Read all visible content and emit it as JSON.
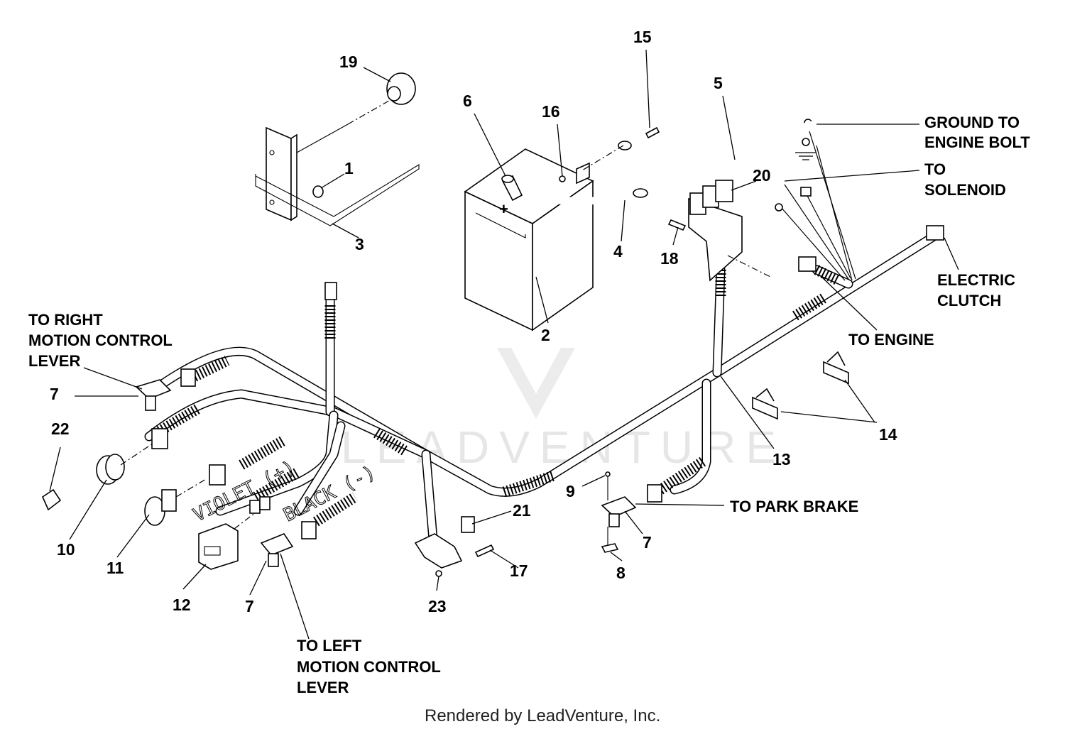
{
  "watermark": "LEADVENTURE",
  "footer": "Rendered by LeadVenture, Inc.",
  "callouts": {
    "c1": "1",
    "c2": "2",
    "c3": "3",
    "c4": "4",
    "c5": "5",
    "c6": "6",
    "c7a": "7",
    "c7b": "7",
    "c7c": "7",
    "c8": "8",
    "c9": "9",
    "c10": "10",
    "c11": "11",
    "c12": "12",
    "c13": "13",
    "c14": "14",
    "c15": "15",
    "c16": "16",
    "c17": "17",
    "c18": "18",
    "c19": "19",
    "c20": "20",
    "c21": "21",
    "c22": "22",
    "c23": "23"
  },
  "notes": {
    "ground_line1": "GROUND TO",
    "ground_line2": "ENGINE BOLT",
    "solenoid_line1": "TO",
    "solenoid_line2": "SOLENOID",
    "clutch_line1": "ELECTRIC",
    "clutch_line2": "CLUTCH",
    "engine": "TO ENGINE",
    "park_brake": "TO PARK BRAKE",
    "right_line1": "TO RIGHT",
    "right_line2": "MOTION CONTROL",
    "right_line3": "LEVER",
    "left_line1": "TO LEFT",
    "left_line2": "MOTION CONTROL",
    "left_line3": "LEVER"
  },
  "wire_labels": {
    "violet": "VIOLET (+)",
    "black": "BLACK (-)"
  }
}
